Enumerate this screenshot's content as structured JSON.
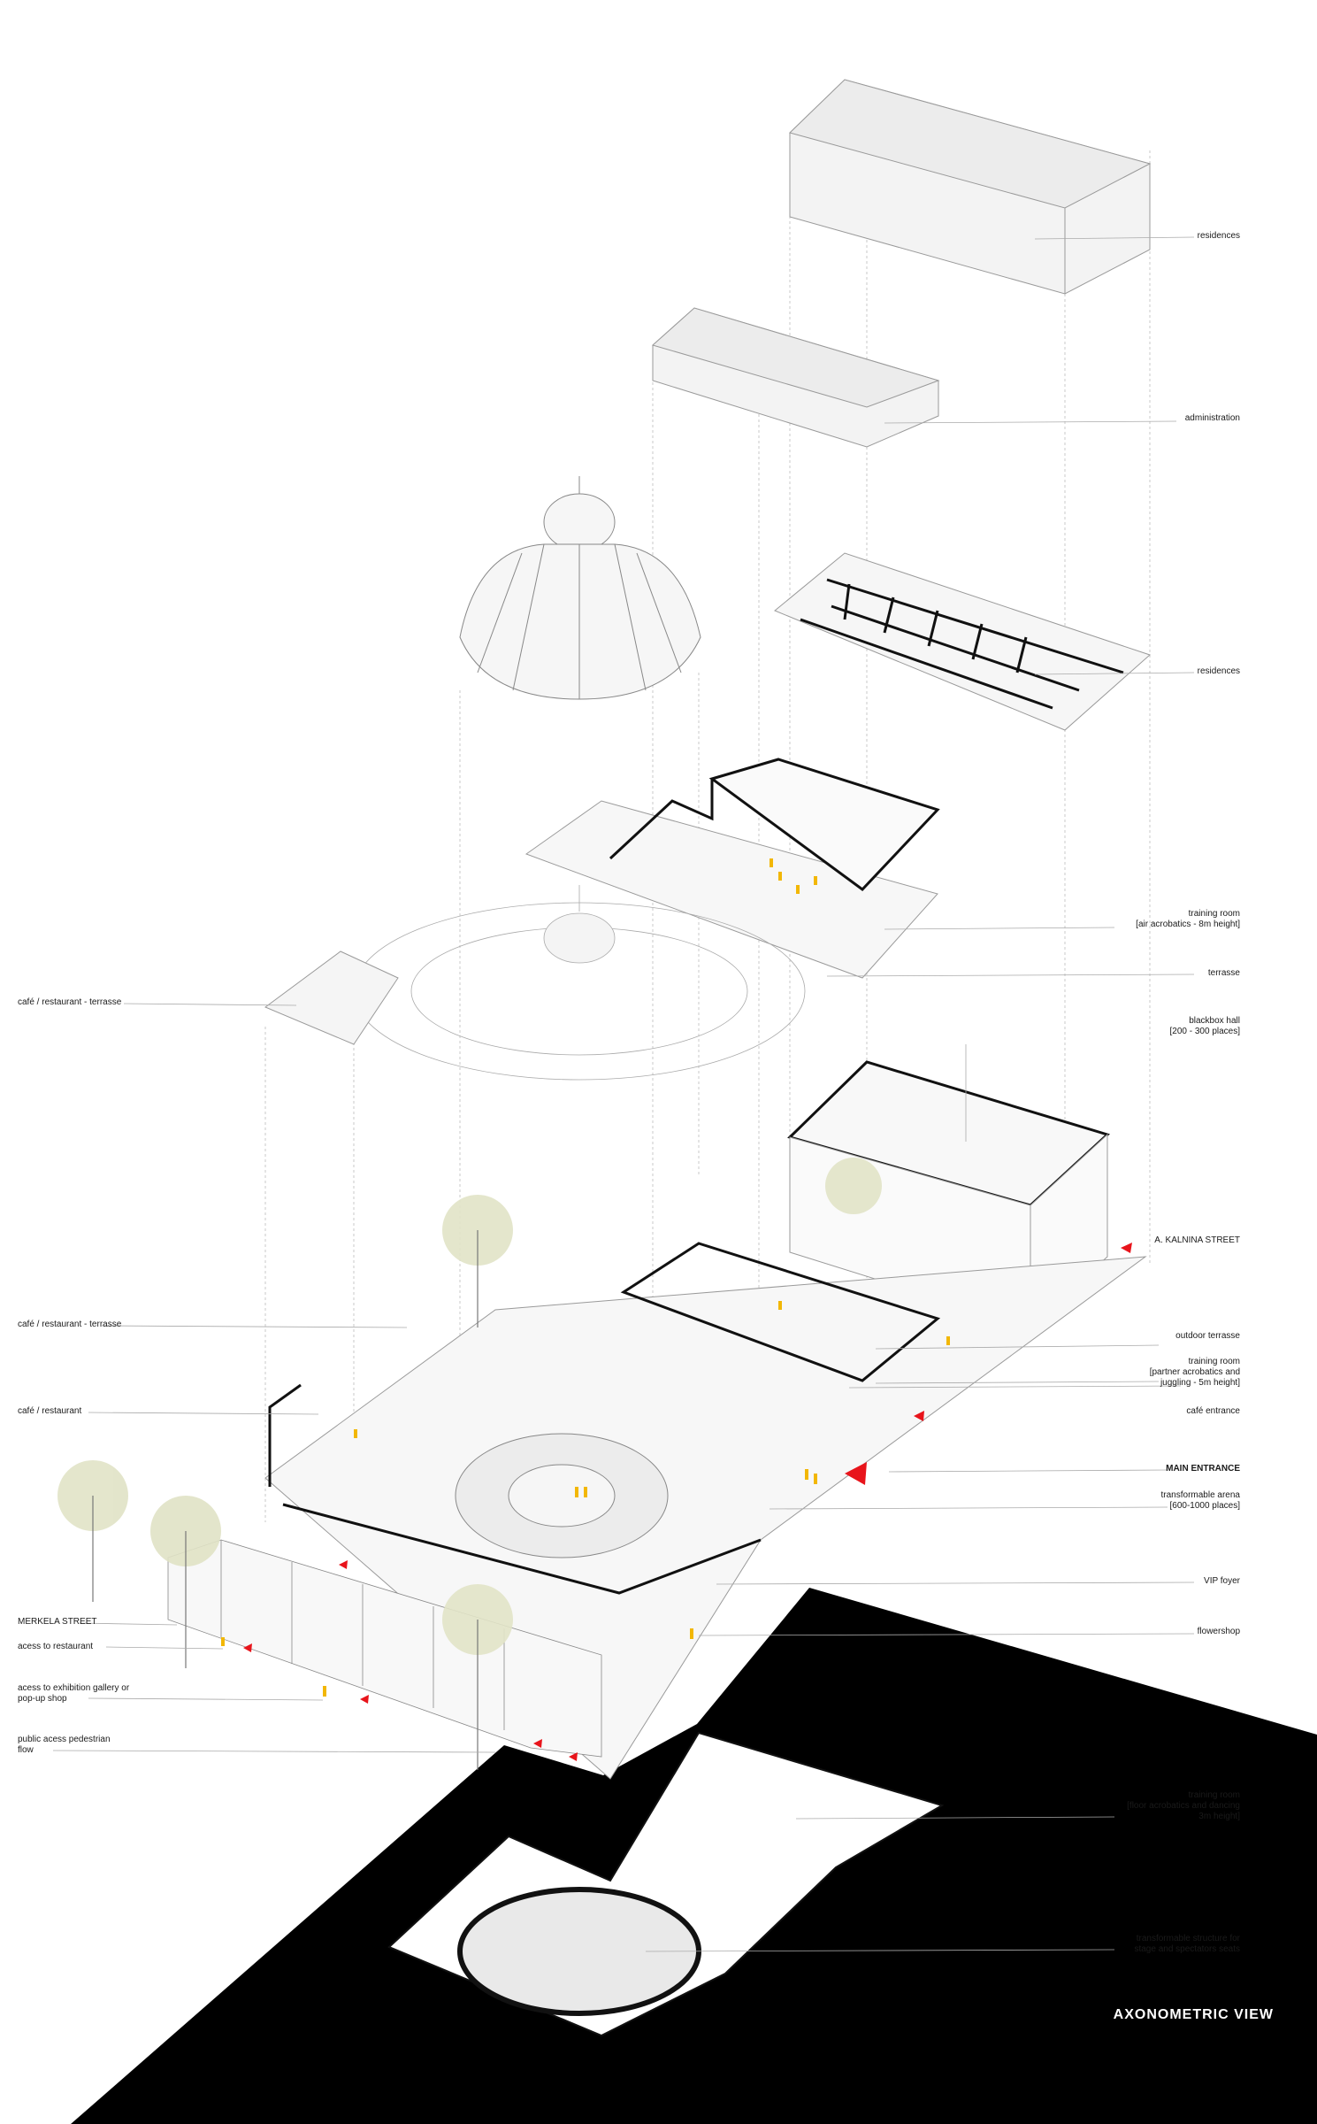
{
  "title": "AXONOMETRIC VIEW",
  "right_labels": [
    {
      "id": "residences-top",
      "lines": [
        "residences"
      ]
    },
    {
      "id": "administration",
      "lines": [
        "administration"
      ]
    },
    {
      "id": "residences-floor",
      "lines": [
        "residences"
      ]
    },
    {
      "id": "training-room-air",
      "lines": [
        "training room",
        "[air acrobatics - 8m height]"
      ]
    },
    {
      "id": "terrasse",
      "lines": [
        "terrasse"
      ]
    },
    {
      "id": "blackbox-hall",
      "lines": [
        "blackbox hall",
        "[200 - 300 places]"
      ]
    },
    {
      "id": "kalnina-street",
      "lines": [
        "A. KALNINA STREET"
      ]
    },
    {
      "id": "outdoor-terrasse",
      "lines": [
        "outdoor terrasse"
      ]
    },
    {
      "id": "training-room-partner",
      "lines": [
        "training room",
        "[partner acrobatics and",
        "juggling - 5m height]"
      ]
    },
    {
      "id": "cafe-entrance",
      "lines": [
        "café entrance"
      ]
    },
    {
      "id": "main-entrance",
      "lines": [
        "MAIN ENTRANCE"
      ],
      "bold": true
    },
    {
      "id": "transformable-arena",
      "lines": [
        "transformable arena",
        "[600-1000 places]"
      ]
    },
    {
      "id": "vip-foyer",
      "lines": [
        "VIP foyer"
      ]
    },
    {
      "id": "flowershop",
      "lines": [
        "flowershop"
      ]
    },
    {
      "id": "training-room-floor",
      "lines": [
        "training room",
        "[floor acrobatics and dancing",
        "3m height]"
      ]
    },
    {
      "id": "transformable-structure",
      "lines": [
        "transformable structure for",
        "stage and spectators seats"
      ]
    }
  ],
  "left_labels": [
    {
      "id": "cafe-terrasse-upper",
      "lines": [
        "café / restaurant - terrasse"
      ]
    },
    {
      "id": "cafe-terrasse-lower",
      "lines": [
        "café / restaurant - terrasse"
      ]
    },
    {
      "id": "cafe-restaurant",
      "lines": [
        "café / restaurant"
      ]
    },
    {
      "id": "merkela-street",
      "lines": [
        "MERKELA STREET"
      ]
    },
    {
      "id": "access-restaurant",
      "lines": [
        "acess to restaurant"
      ]
    },
    {
      "id": "access-gallery",
      "lines": [
        "acess to exhibition gallery or",
        "pop-up shop"
      ]
    },
    {
      "id": "public-access",
      "lines": [
        "public acess pedestrian",
        "flow"
      ]
    }
  ],
  "colors": {
    "people": "#f2b705",
    "arrow": "#e8141b",
    "ground": "#000000",
    "line": "#9a9a9a",
    "wall": "#111111",
    "tree": "#d9dcb8"
  }
}
